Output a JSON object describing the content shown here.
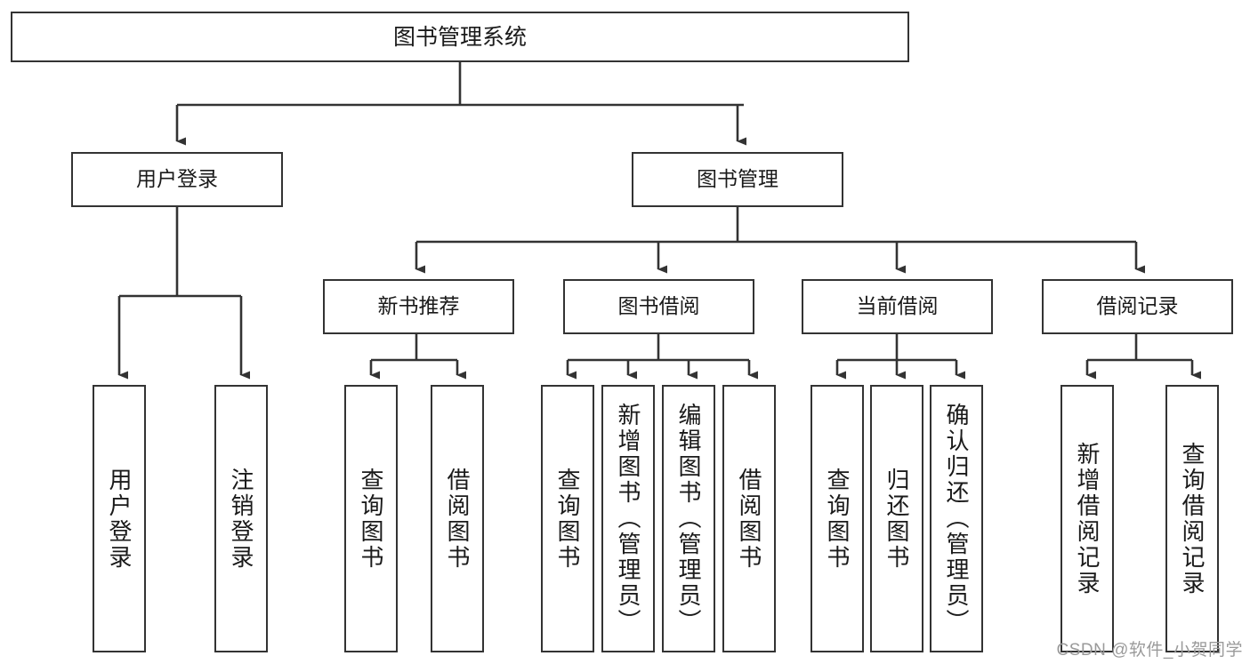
{
  "diagram": {
    "type": "tree",
    "title": "图书管理系统",
    "watermark": "CSDN @软件_小贺同学",
    "colors": {
      "stroke": "#333333",
      "fill": "#ffffff",
      "text": "#1a1a1a",
      "watermark": "#9a9a9a"
    },
    "levels": {
      "root": {
        "label": "图书管理系统"
      },
      "level1": [
        {
          "label": "用户登录"
        },
        {
          "label": "图书管理"
        }
      ],
      "level2": [
        {
          "label": "新书推荐"
        },
        {
          "label": "图书借阅"
        },
        {
          "label": "当前借阅"
        },
        {
          "label": "借阅记录"
        }
      ],
      "leaves_user_login": [
        {
          "label": "用户登录"
        },
        {
          "label": "注销登录"
        }
      ],
      "leaves_new_book": [
        {
          "label": "查询图书"
        },
        {
          "label": "借阅图书"
        }
      ],
      "leaves_borrow": [
        {
          "label": "查询图书"
        },
        {
          "label": "新增图书（管理员）"
        },
        {
          "label": "编辑图书（管理员）"
        },
        {
          "label": "借阅图书"
        }
      ],
      "leaves_current": [
        {
          "label": "查询图书"
        },
        {
          "label": "归还图书"
        },
        {
          "label": "确认归还（管理员）"
        }
      ],
      "leaves_records": [
        {
          "label": "新增借阅记录"
        },
        {
          "label": "查询借阅记录"
        }
      ]
    }
  }
}
